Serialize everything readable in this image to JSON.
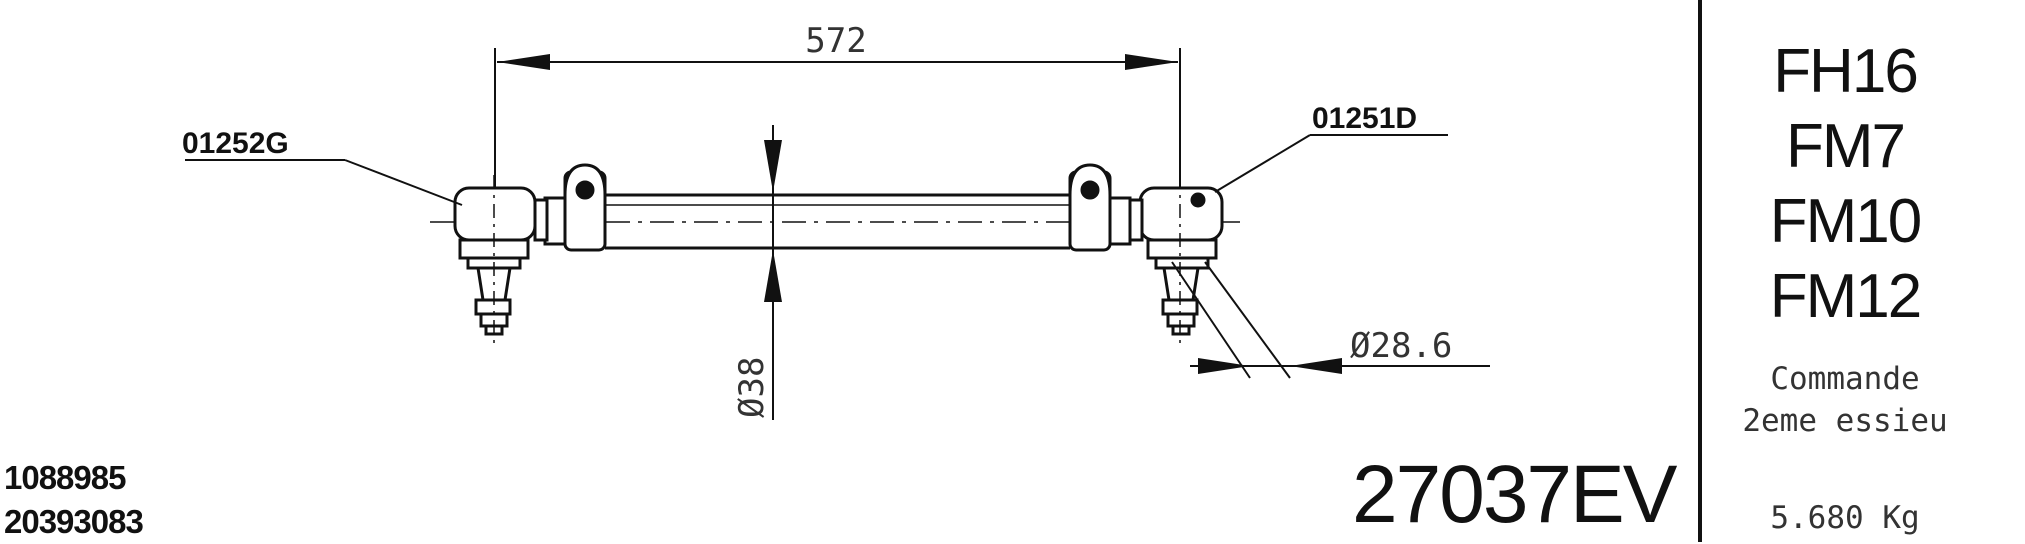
{
  "dimensions": {
    "length": "572",
    "tube_diameter": "Ø38",
    "taper_diameter": "Ø28.6"
  },
  "callouts": {
    "left_end": "01252G",
    "right_end": "01251D"
  },
  "references": [
    "1088985",
    "20393083"
  ],
  "part_number": "27037EV",
  "models": [
    "FH16",
    "FM7",
    "FM10",
    "FM12"
  ],
  "description": [
    "Commande",
    "2eme essieu"
  ],
  "weight": "5.680 Kg"
}
